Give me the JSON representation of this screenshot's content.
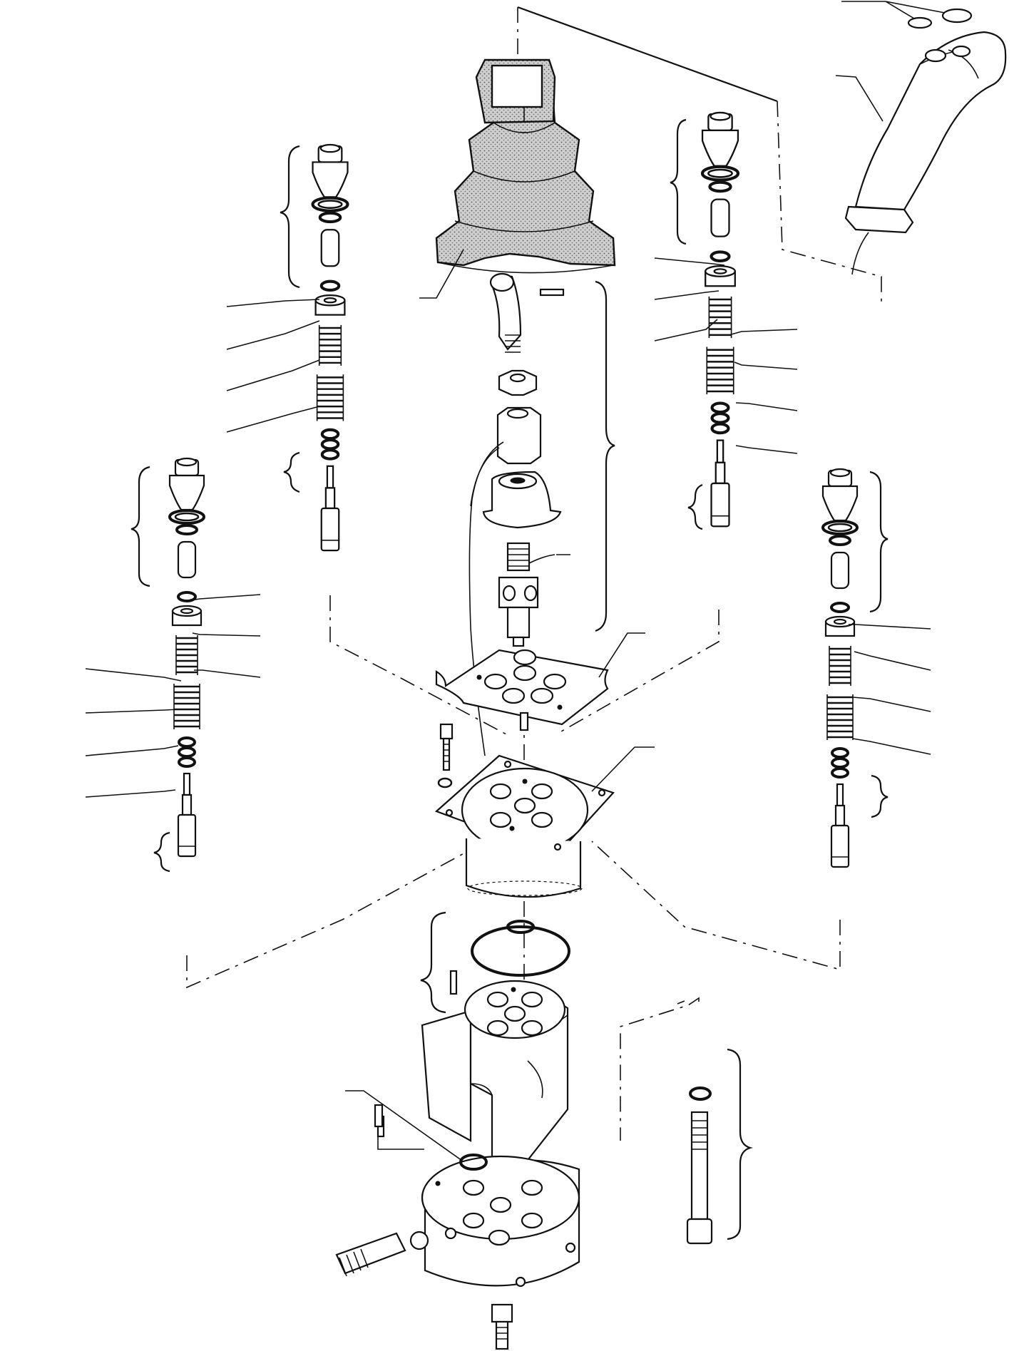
{
  "diagram": {
    "subject": "exploded-view-joystick-pilot-valve",
    "line_color": "#111111",
    "background_color": "#ffffff",
    "boot_fill_color": "#c8c8c8",
    "callout_count": 31,
    "valve_stack_count": 4,
    "label_text": []
  }
}
